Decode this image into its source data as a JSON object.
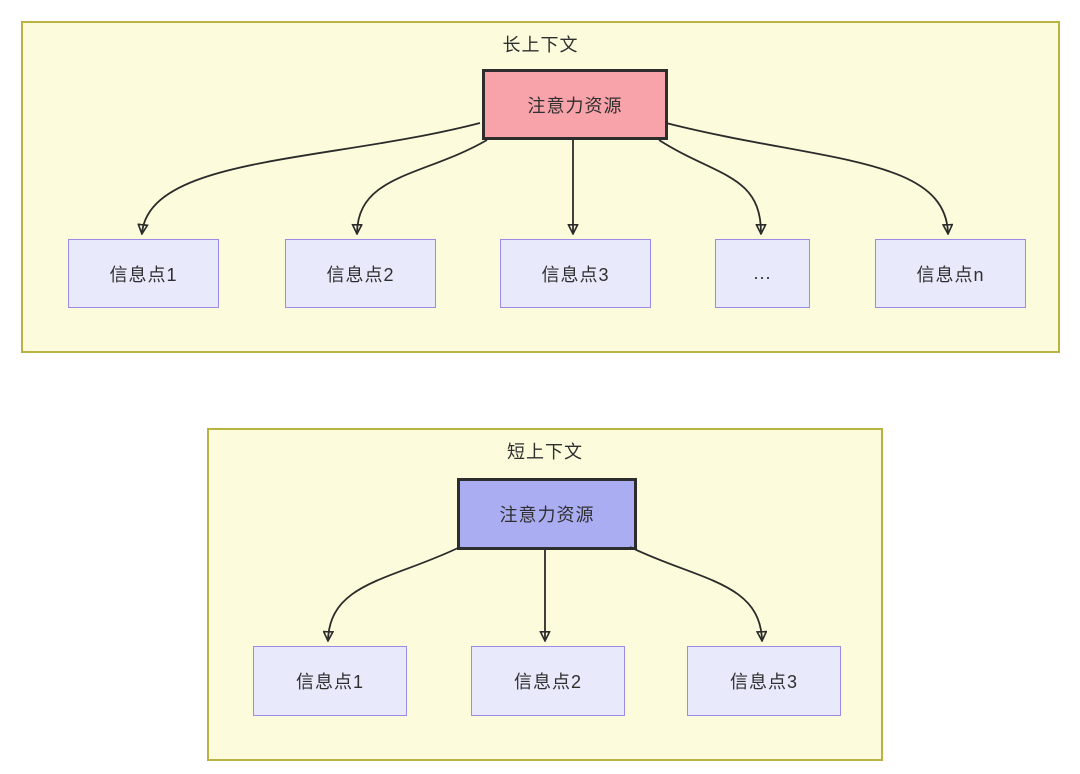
{
  "diagram_type": "attention-allocation-comparison",
  "colors": {
    "canvas_bg": "#ffffff",
    "panel_fill": "#fcfcdc",
    "panel_border": "#b9b441",
    "attention_long_fill": "#f8a3aa",
    "attention_short_fill": "#abadf2",
    "attention_border": "#2d2d2d",
    "node_fill": "#e9e9fc",
    "node_border": "#9c8be4",
    "arrow": "#2b2b2b",
    "text": "#2f2f2f"
  },
  "sections": [
    {
      "title": "长上下文",
      "source": {
        "label": "注意力资源"
      },
      "nodes": [
        {
          "label": "信息点1"
        },
        {
          "label": "信息点2"
        },
        {
          "label": "信息点3"
        },
        {
          "label": "..."
        },
        {
          "label": "信息点n"
        }
      ]
    },
    {
      "title": "短上下文",
      "source": {
        "label": "注意力资源"
      },
      "nodes": [
        {
          "label": "信息点1"
        },
        {
          "label": "信息点2"
        },
        {
          "label": "信息点3"
        }
      ]
    }
  ]
}
